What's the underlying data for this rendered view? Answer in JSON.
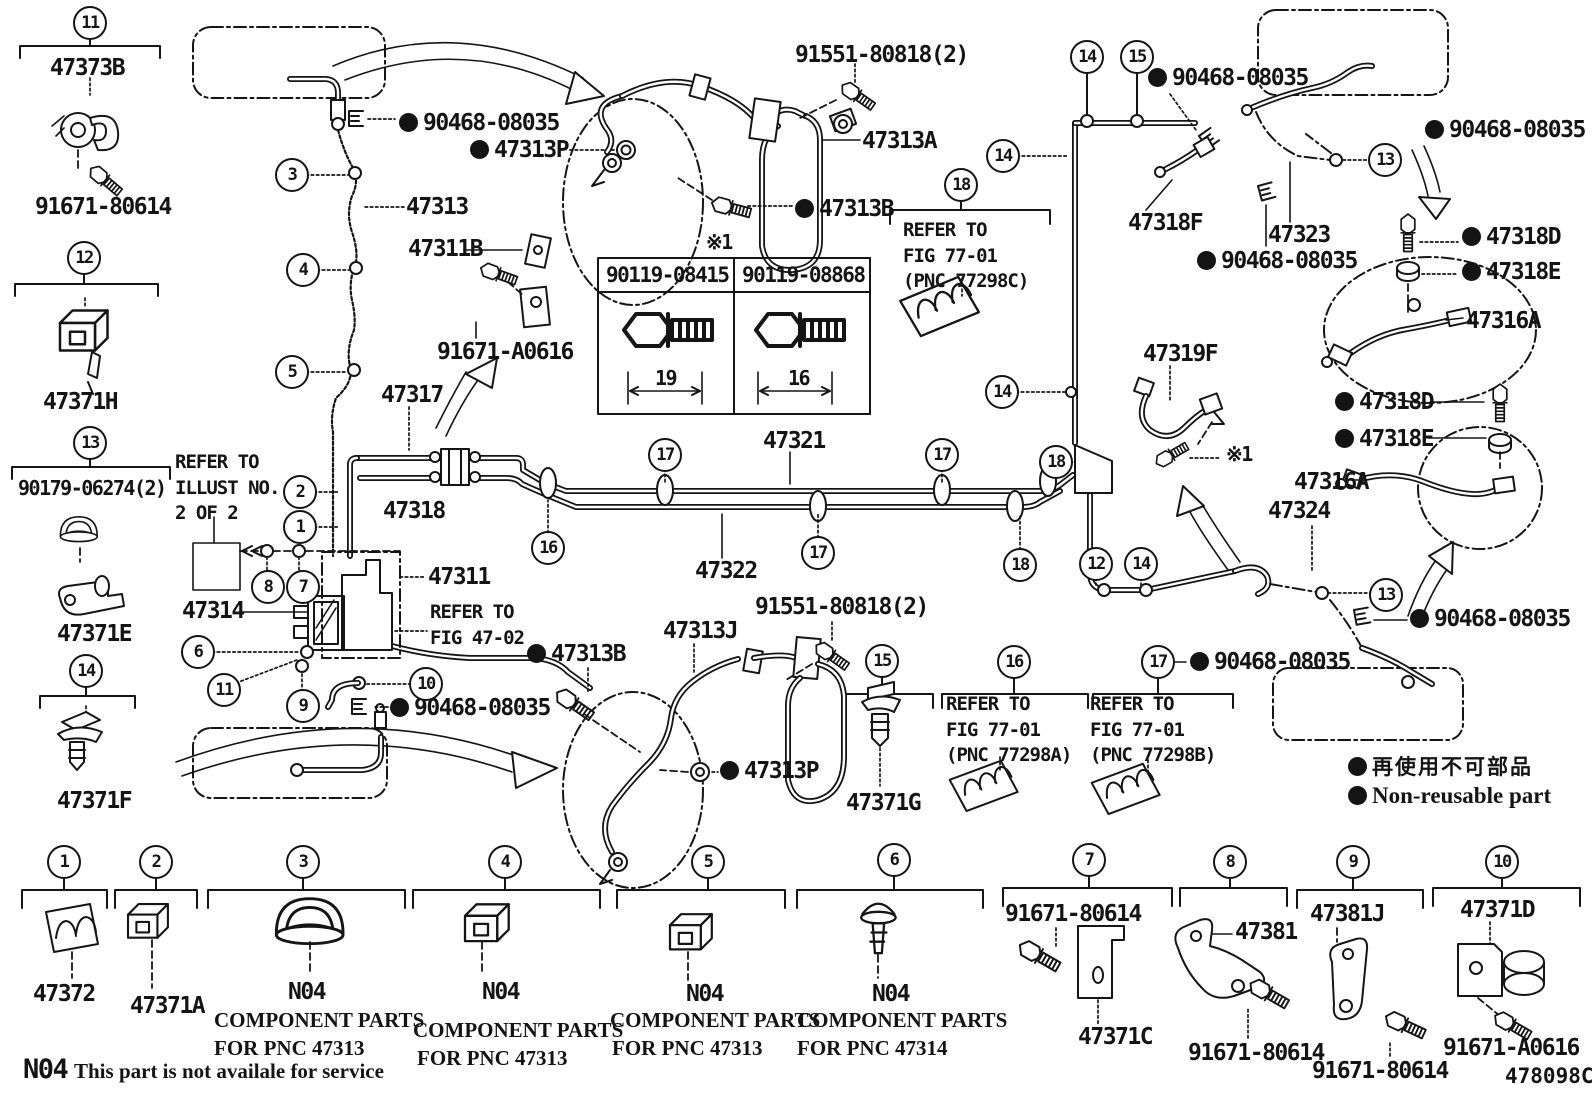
{
  "parts": {
    "a47373B": "47373B",
    "a91671_80614": "91671-80614",
    "a90179": "90179-06274(2)",
    "a47371H": "47371H",
    "a47371E": "47371E",
    "a47371F": "47371F",
    "a90468": "90468-08035",
    "a47313P": "47313P",
    "a47313": "47313",
    "a47311B": "47311B",
    "a91671_A0616": "91671-A0616",
    "a47317": "47317",
    "a47318": "47318",
    "a47311": "47311",
    "a47314": "47314",
    "a47321": "47321",
    "a47322": "47322",
    "a91551": "91551-80818(2)",
    "a47313A": "47313A",
    "a47313B": "47313B",
    "a47313J": "47313J",
    "a47318F": "47318F",
    "a47323": "47323",
    "a47318D": "47318D",
    "a47318E": "47318E",
    "a47316A": "47316A",
    "a47319F": "47319F",
    "a47324": "47324",
    "a47371G": "47371G",
    "a47372": "47372",
    "a47371A": "47371A",
    "a47371C": "47371C",
    "a47381": "47381",
    "a47381J": "47381J",
    "a47371D": "47371D",
    "aN04": "N04",
    "a478098C": "478098C",
    "a90119_08415": "90119-08415",
    "a90119_08868": "90119-08868"
  },
  "notes": {
    "referIllust": "REFER TO\nILLUST NO.\n2 OF 2",
    "referFig4702": "REFER TO\nFIG 47-02",
    "refer7701C": "REFER TO\nFIG 77-01\n(PNC 77298C)",
    "refer7701A": "REFER TO\nFIG 77-01\n(PNC 77298A)",
    "refer7701B": "REFER TO\nFIG 77-01\n(PNC 77298B)",
    "componentParts": "COMPONENT PARTS",
    "forPnc47313": "FOR PNC 47313",
    "forPnc47314": "FOR PNC 47314",
    "footnoteCode": "N04",
    "footnoteText": "This part is not availale for service",
    "legendJp": "再使用不可部品",
    "legendEn": "Non-reusable part",
    "refMark": "※1",
    "dim19": "19",
    "dim16": "16"
  },
  "callouts": {
    "n1": "1",
    "n2": "2",
    "n3": "3",
    "n4": "4",
    "n5": "5",
    "n6": "6",
    "n7": "7",
    "n8": "8",
    "n9": "9",
    "n10": "10",
    "n11": "11",
    "n12": "12",
    "n13": "13",
    "n14": "14",
    "n15": "15",
    "n16": "16",
    "n17": "17",
    "n18": "18"
  }
}
